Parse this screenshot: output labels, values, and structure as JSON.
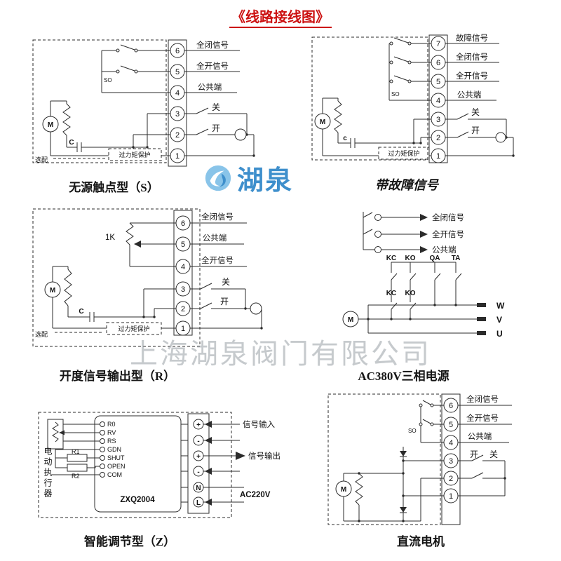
{
  "title": "《线路接线图》",
  "watermark": {
    "logo": "湖泉",
    "company": "上海湖泉阀门有限公司"
  },
  "panel1": {
    "caption": "无源触点型（S）",
    "terminals": [
      "6",
      "5",
      "4",
      "3",
      "2",
      "1"
    ],
    "full_close": "全闭信号",
    "full_open": "全开信号",
    "common": "公共端",
    "close": "关",
    "open": "开",
    "motor": "M",
    "cap": "C",
    "switch": "SO",
    "optional": "选配",
    "torque": "过力矩保护"
  },
  "panel2": {
    "caption": "带故障信号",
    "terminals": [
      "7",
      "6",
      "5",
      "4",
      "3",
      "2",
      "1"
    ],
    "fault": "故障信号",
    "full_close": "全闭信号",
    "full_open": "全开信号",
    "common": "公共端",
    "close": "关",
    "open": "开",
    "motor": "M",
    "cap": "c",
    "switch": "SO",
    "torque": "过力矩保护"
  },
  "panel3": {
    "caption": "开度信号输出型（R）",
    "terminals": [
      "6",
      "5",
      "4",
      "3",
      "2",
      "1"
    ],
    "full_close": "全闭信号",
    "common": "公共端",
    "full_open": "全开信号",
    "close": "关",
    "open": "开",
    "pot": "1K",
    "motor": "M",
    "cap": "C",
    "optional": "选配",
    "torque": "过力矩保护"
  },
  "panel4": {
    "caption": "AC380V三相电源",
    "full_close": "全闭信号",
    "full_open": "全开信号",
    "common": "公共端",
    "kc1": "KC",
    "ko1": "KO",
    "qa": "QA",
    "ta": "TA",
    "kc2": "KC",
    "ko2": "KO",
    "motor": "M",
    "w": "W",
    "v": "V",
    "u": "U"
  },
  "panel5": {
    "caption": "智能调节型（Z）",
    "actuator": "电动执行器",
    "r1": "R1",
    "r2": "R2",
    "ports": [
      "R0",
      "RV",
      "RS",
      "GDN",
      "SHUT",
      "OPEN",
      "COM"
    ],
    "model": "ZXQ2004",
    "strip": [
      "+",
      "-",
      "+",
      "-",
      "N",
      "L"
    ],
    "signal_in": "信号输入",
    "signal_out": "信号输出",
    "power": "AC220V"
  },
  "panel6": {
    "caption": "直流电机",
    "terminals": [
      "6",
      "5",
      "4",
      "3",
      "2",
      "1"
    ],
    "full_close": "全闭信号",
    "full_open": "全开信号",
    "common": "公共端",
    "open": "开",
    "close": "关",
    "motor": "M",
    "switch": "SO"
  }
}
